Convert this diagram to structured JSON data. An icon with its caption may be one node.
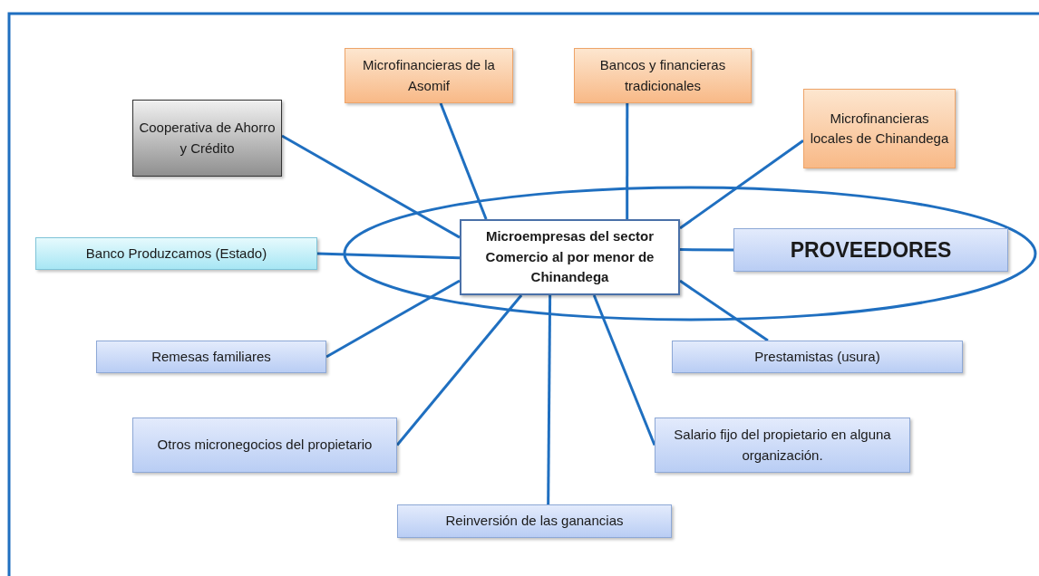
{
  "diagram": {
    "nodes": [
      {
        "text": [
          "Microfinancieras de la Asomif"
        ]
      },
      {
        "text": [
          "Bancos y financieras tradicionales"
        ]
      },
      {
        "text": [
          "Cooperativa de Ahorro y Crédito"
        ]
      },
      {
        "text": [
          "Microfinancieras locales de Chinandega"
        ]
      },
      {
        "text": [
          "Banco Produzcamos (Estado)"
        ]
      },
      {
        "text": [],
        "shape": "ellipse"
      },
      {
        "text": [
          "Microempresas del sector Comercio al por menor de Chinandega"
        ],
        "in": 5
      },
      {
        "text": [
          "PROVEEDORES"
        ],
        "in": 5
      },
      {
        "text": [
          "Remesas familiares"
        ]
      },
      {
        "text": [
          "Prestamistas (usura)"
        ]
      },
      {
        "text": [
          "Otros micronegocios del propietario"
        ]
      },
      {
        "text": [
          "Salario fijo del propietario en alguna organización."
        ]
      },
      {
        "text": [
          "Reinversión de las ganancias"
        ]
      }
    ],
    "edges": [
      {
        "from": 6,
        "to": 0,
        "arrow": "none"
      },
      {
        "from": 6,
        "to": 1,
        "arrow": "none"
      },
      {
        "from": 6,
        "to": 2,
        "arrow": "none"
      },
      {
        "from": 6,
        "to": 3,
        "arrow": "none"
      },
      {
        "from": 6,
        "to": 4,
        "arrow": "none"
      },
      {
        "from": 6,
        "to": 7,
        "arrow": "none"
      },
      {
        "from": 6,
        "to": 8,
        "arrow": "none"
      },
      {
        "from": 6,
        "to": 9,
        "arrow": "none"
      },
      {
        "from": 6,
        "to": 10,
        "arrow": "none"
      },
      {
        "from": 6,
        "to": 11,
        "arrow": "none"
      },
      {
        "from": 6,
        "to": 12,
        "arrow": "none"
      }
    ]
  }
}
